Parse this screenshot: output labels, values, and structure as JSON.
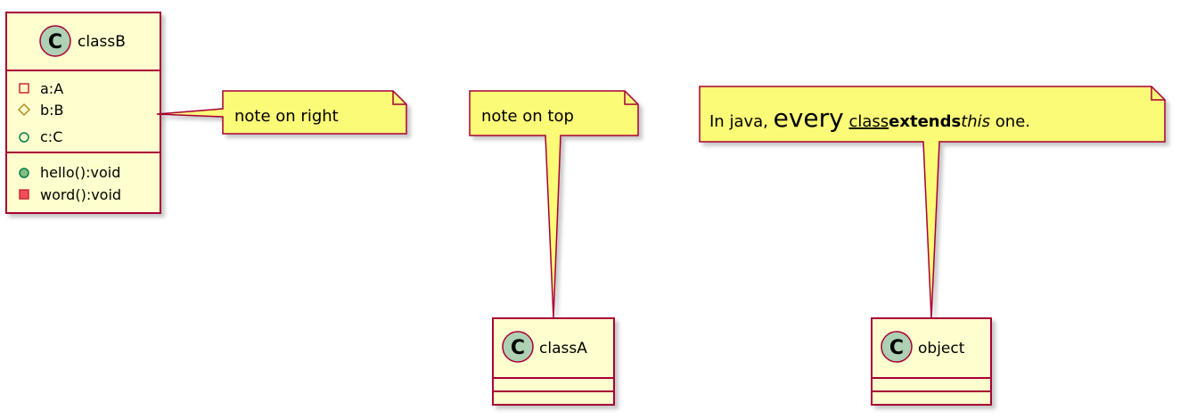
{
  "classes": {
    "classB": {
      "stereotype_letter": "C",
      "name": "classB",
      "fields": [
        {
          "visibility": "private",
          "text": "a:A"
        },
        {
          "visibility": "protected",
          "text": "b:B"
        },
        {
          "visibility": "public",
          "text": "c:C"
        }
      ],
      "methods": [
        {
          "visibility": "public",
          "text": "hello():void"
        },
        {
          "visibility": "private",
          "text": "word():void"
        }
      ]
    },
    "classA": {
      "stereotype_letter": "C",
      "name": "classA"
    },
    "object": {
      "stereotype_letter": "C",
      "name": "object"
    }
  },
  "notes": {
    "right": {
      "text": "note on right"
    },
    "top": {
      "text": "note on top"
    },
    "java": {
      "parts": [
        {
          "text": "In java, ",
          "style": "normal"
        },
        {
          "text": "every",
          "style": "big"
        },
        {
          "text": " ",
          "style": "normal"
        },
        {
          "text": "class",
          "style": "underline"
        },
        {
          "text": "extends",
          "style": "bold"
        },
        {
          "text": "this",
          "style": "italic"
        },
        {
          "text": " one.",
          "style": "normal"
        }
      ]
    }
  },
  "colors": {
    "class_fill": "#FEFECE",
    "border": "#A80036",
    "note_fill": "#FBFB77",
    "stereotype_circle": "#ADD1B2",
    "shadow": "#CFCFCF",
    "visibility_private": "#C82930",
    "visibility_protected": "#B38D22",
    "visibility_public": "#038048",
    "method_public_fill": "#84BE84",
    "method_private_fill": "#F24D5C"
  }
}
